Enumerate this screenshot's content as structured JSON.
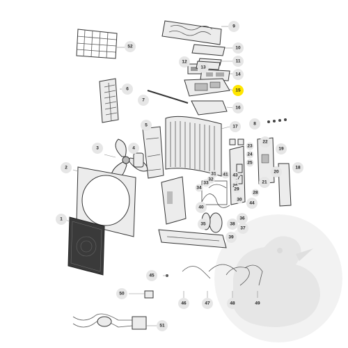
{
  "diagram": {
    "callouts": [
      {
        "id": "c1",
        "label": "1"
      },
      {
        "id": "c2",
        "label": "2"
      },
      {
        "id": "c3",
        "label": "3"
      },
      {
        "id": "c4",
        "label": "4"
      },
      {
        "id": "c5",
        "label": "5"
      },
      {
        "id": "c6",
        "label": "6"
      },
      {
        "id": "c7",
        "label": "7"
      },
      {
        "id": "c8",
        "label": "8"
      },
      {
        "id": "c9",
        "label": "9"
      },
      {
        "id": "c10",
        "label": "10"
      },
      {
        "id": "c11",
        "label": "11"
      },
      {
        "id": "c12",
        "label": "12"
      },
      {
        "id": "c13",
        "label": "13"
      },
      {
        "id": "c14",
        "label": "14"
      },
      {
        "id": "c15",
        "label": "15",
        "highlighted": true
      },
      {
        "id": "c16",
        "label": "16"
      },
      {
        "id": "c17",
        "label": "17"
      },
      {
        "id": "c18",
        "label": "18"
      },
      {
        "id": "c19",
        "label": "19"
      },
      {
        "id": "c20",
        "label": "20"
      },
      {
        "id": "c21",
        "label": "21"
      },
      {
        "id": "c22",
        "label": "22"
      },
      {
        "id": "c23",
        "label": "23"
      },
      {
        "id": "c24",
        "label": "24"
      },
      {
        "id": "c25",
        "label": "25"
      },
      {
        "id": "c26",
        "label": "26"
      },
      {
        "id": "c27",
        "label": "27"
      },
      {
        "id": "c28",
        "label": "28"
      },
      {
        "id": "c29",
        "label": "29"
      },
      {
        "id": "c30",
        "label": "30"
      },
      {
        "id": "c31",
        "label": "31"
      },
      {
        "id": "c32",
        "label": "32"
      },
      {
        "id": "c33",
        "label": "33"
      },
      {
        "id": "c34",
        "label": "34"
      },
      {
        "id": "c35",
        "label": "35"
      },
      {
        "id": "c36",
        "label": "36"
      },
      {
        "id": "c37",
        "label": "37"
      },
      {
        "id": "c38",
        "label": "38"
      },
      {
        "id": "c39",
        "label": "39"
      },
      {
        "id": "c40",
        "label": "40"
      },
      {
        "id": "c41",
        "label": "41"
      },
      {
        "id": "c43",
        "label": "43"
      },
      {
        "id": "c44",
        "label": "44"
      },
      {
        "id": "c45",
        "label": "45"
      },
      {
        "id": "c46",
        "label": "46"
      },
      {
        "id": "c47",
        "label": "47"
      },
      {
        "id": "c48",
        "label": "48"
      },
      {
        "id": "c49",
        "label": "49"
      },
      {
        "id": "c50",
        "label": "50"
      },
      {
        "id": "c51",
        "label": "51"
      },
      {
        "id": "c52",
        "label": "52"
      }
    ],
    "colors": {
      "bubble": "#e6e6e6",
      "highlight": "#ffe600",
      "watermark": "#f1f1f1"
    }
  }
}
